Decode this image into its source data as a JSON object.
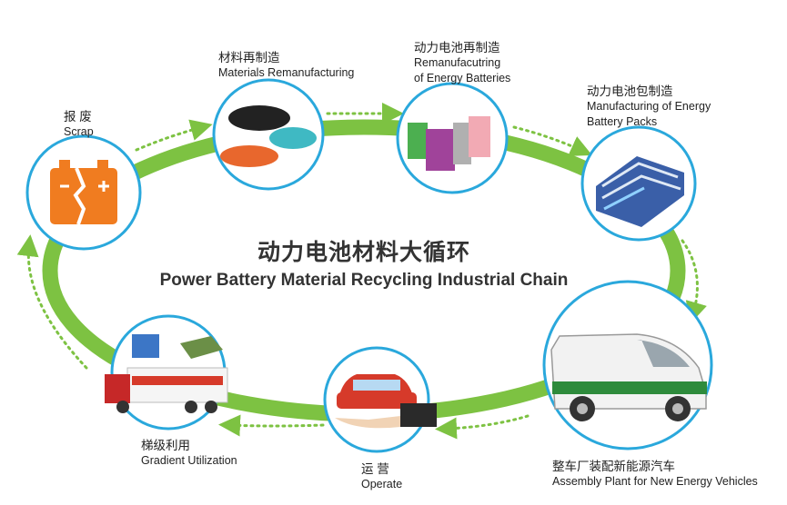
{
  "title": {
    "zh": "动力电池材料大循环",
    "en": "Power Battery Material Recycling Industrial Chain"
  },
  "nodes": [
    {
      "id": "scrap",
      "zh": "报 废",
      "en": "Scrap"
    },
    {
      "id": "materials",
      "zh": "材料再制造",
      "en": "Materials Remanufacturing"
    },
    {
      "id": "battery",
      "zh": "动力电池再制造",
      "en1": "Remanufacutring",
      "en2": "of Energy Batteries"
    },
    {
      "id": "packs",
      "zh": "动力电池包制造",
      "en1": "Manufacturing of Energy",
      "en2": "Battery Packs"
    },
    {
      "id": "vehicle",
      "zh": "整车厂装配新能源汽车",
      "en": "Assembly Plant for New Energy Vehicles"
    },
    {
      "id": "operate",
      "zh": "运 营",
      "en": "Operate"
    },
    {
      "id": "gradient",
      "zh": "梯级利用",
      "en": "Gradient Utilization"
    }
  ],
  "colors": {
    "ring": "#7dc242",
    "arrow": "#7dc242",
    "node_border": "#2aa8dc",
    "battery_body": "#f07c20"
  }
}
